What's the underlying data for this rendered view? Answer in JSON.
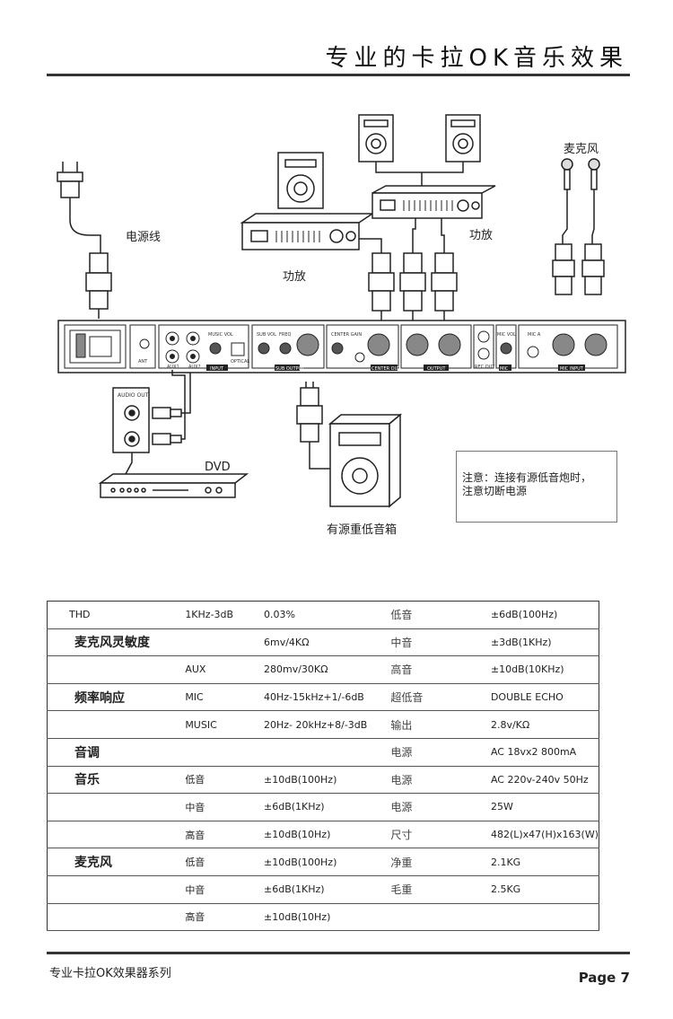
{
  "header": {
    "title": "专业的卡拉OK音乐效果"
  },
  "diagram": {
    "power_cord_label": "电源线",
    "amp_left_label": "功放",
    "amp_right_label": "功放",
    "mic_label": "麦克风",
    "dvd_label": "DVD",
    "audio_out_label": "AUDIO OUT",
    "subwoofer_label": "有源重低音箱",
    "panel_labels": {
      "ant": "ANT",
      "aux1": "AUX1",
      "aux2": "AUX2",
      "music_vol": "MUSIC VOL",
      "optical": "OPTICAL",
      "input": "INPUT",
      "sub_vol": "SUB VOL",
      "freq": "FREQ",
      "sub_output": "SUB OUTPUT",
      "center_gain": "CENTER GAIN",
      "center_output": "CENTER OUTPUT",
      "output": "OUTPUT",
      "rec_out": "REC OUT",
      "mic_vol": "MIC VOL",
      "mic": "MIC",
      "mic_a": "MIC A",
      "mic_input": "MIC INPUT"
    }
  },
  "note": {
    "line1": "注意：连接有源低音炮时，",
    "line2": "注意切断电源"
  },
  "specs": {
    "rows": [
      [
        "THD",
        "1KHz-3dB",
        "0.03%",
        "低音",
        "±6dB(100Hz)"
      ],
      [
        "麦克风灵敏度",
        "",
        "6mv/4KΩ",
        "中音",
        "±3dB(1KHz)"
      ],
      [
        "",
        "AUX",
        "280mv/30KΩ",
        "高音",
        "±10dB(10KHz)"
      ],
      [
        "频率响应",
        "MIC",
        "40Hz-15kHz+1/-6dB",
        "超低音",
        "DOUBLE ECHO"
      ],
      [
        "",
        "MUSIC",
        "20Hz- 20kHz+8/-3dB",
        "输出",
        "2.8v/KΩ"
      ],
      [
        "音调",
        "",
        "",
        "电源",
        "AC 18vx2 800mA"
      ],
      [
        "音乐",
        "低音",
        "±10dB(100Hz)",
        "电源",
        "AC 220v-240v 50Hz"
      ],
      [
        "",
        "中音",
        "±6dB(1KHz)",
        "电源",
        "25W"
      ],
      [
        "",
        "高音",
        "±10dB(10Hz)",
        "尺寸",
        "482(L)x47(H)x163(W)"
      ],
      [
        "麦克风",
        "低音",
        "±10dB(100Hz)",
        "净重",
        "2.1KG"
      ],
      [
        "",
        "中音",
        "±6dB(1KHz)",
        "毛重",
        "2.5KG"
      ],
      [
        "",
        "高音",
        "±10dB(10Hz)",
        "",
        ""
      ]
    ]
  },
  "footer": {
    "left": "专业卡拉OK效果器系列",
    "right": "Page 7"
  }
}
